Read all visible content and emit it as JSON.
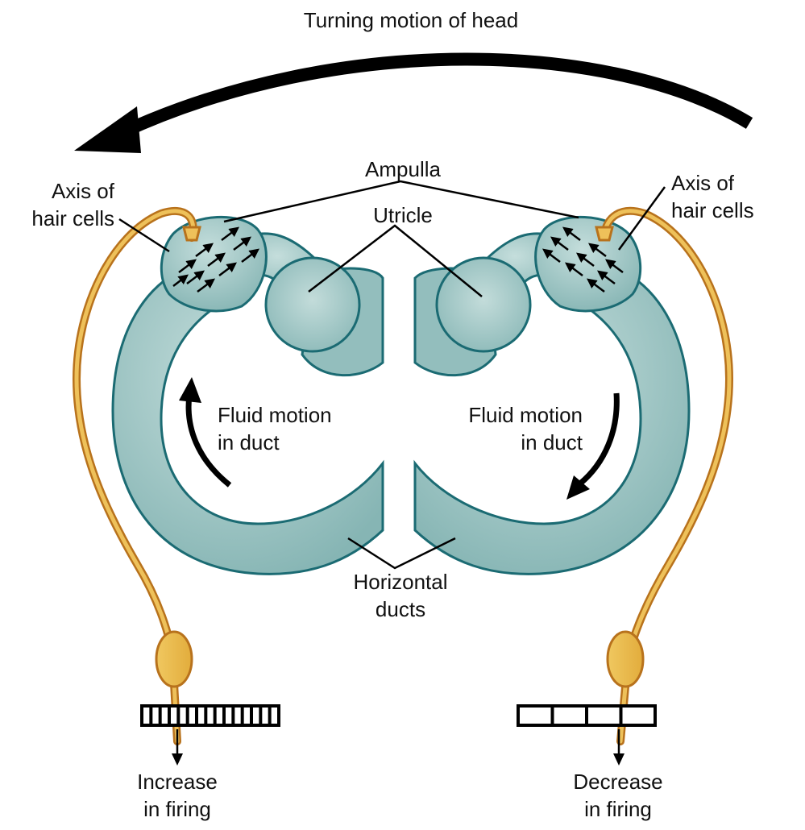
{
  "title": "Turning motion of head",
  "labels": {
    "ampulla": "Ampulla",
    "utricle": "Utricle",
    "axis_left_1": "Axis of",
    "axis_left_2": "hair cells",
    "axis_right_1": "Axis of",
    "axis_right_2": "hair cells",
    "fluid_left_1": "Fluid motion",
    "fluid_left_2": "in duct",
    "fluid_right_1": "Fluid motion",
    "fluid_right_2": "in duct",
    "horizontal_1": "Horizontal",
    "horizontal_2": "ducts",
    "increase_1": "Increase",
    "increase_2": "in firing",
    "decrease_1": "Decrease",
    "decrease_2": "in firing"
  },
  "firing": {
    "left_spike_count": 14,
    "right_spike_count": 3
  },
  "colors": {
    "duct_fill": "#8fbcbc",
    "duct_light": "#bcd9d7",
    "duct_stroke": "#1b6b73",
    "nerve_fill": "#e8b84a",
    "nerve_stroke": "#b8721c",
    "ink": "#000000"
  }
}
